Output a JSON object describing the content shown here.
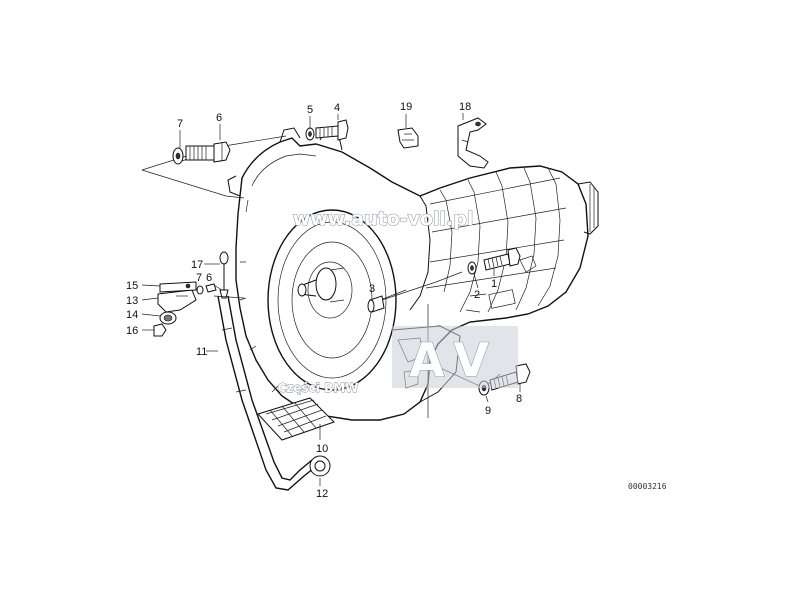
{
  "diagram": {
    "code": "00003216",
    "callouts": [
      "1",
      "2",
      "3",
      "4",
      "5",
      "6",
      "7",
      "8",
      "9",
      "10",
      "11",
      "12",
      "13",
      "14",
      "15",
      "16",
      "17",
      "18",
      "19",
      "7",
      "6"
    ]
  },
  "watermark": {
    "url_text": "www.auto-voll.pl",
    "logo_text": "AV",
    "sub_text": "Części BMW"
  },
  "colors": {
    "line": "#111111",
    "watermark_fill": "#c9d0d8"
  }
}
